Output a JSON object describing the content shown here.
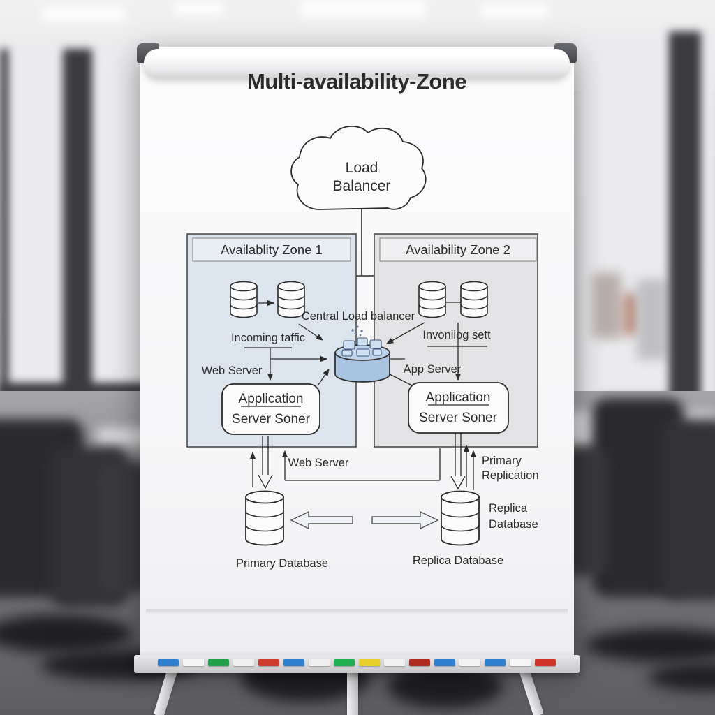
{
  "title": "Multi-availability-Zone",
  "cloud": {
    "line1": "Load",
    "line2": "Balancer"
  },
  "zone1": {
    "header": "Availablity Zone 1",
    "incoming_label": "Incoming taffic",
    "server_label": "Web Server",
    "app_box_title": "Application",
    "app_box_subtitle": "Server Soner"
  },
  "zone2": {
    "header": "Availability Zone 2",
    "incoming_label": "Invoniiog sett",
    "server_label": "App Server",
    "app_box_title": "Application",
    "app_box_subtitle": "Server Soner"
  },
  "center": {
    "hub_label": "Central Load balancer"
  },
  "bottom": {
    "web_server_link_label": "Web Server",
    "replication_line1": "Primary",
    "replication_line2": "Replication",
    "replica_side_line1": "Replica",
    "replica_side_line2": "Database",
    "primary_db_label": "Primary Database",
    "replica_db_label": "Replica Database"
  },
  "icons": {
    "cloud": "cloud-icon",
    "database": "database-cylinder-icon",
    "hub": "load-balancer-hub-icon"
  },
  "colors": {
    "zone1_fill": "#dce4ee",
    "zone2_fill": "#e3e3e5",
    "hub_fill": "#bdd3ea",
    "ink": "#2b2b2b"
  },
  "marker_colors": [
    "#2e7fd0",
    "#f5f5f5",
    "#22a04a",
    "#f0f0f0",
    "#cf3a2c",
    "#2e7fd0",
    "#efefef",
    "#1faf4e",
    "#e8cf2a",
    "#f2f2f2",
    "#b02a20",
    "#2e7fd0",
    "#f4f4f4",
    "#2e7fd0",
    "#f6f6f6",
    "#d03428"
  ]
}
